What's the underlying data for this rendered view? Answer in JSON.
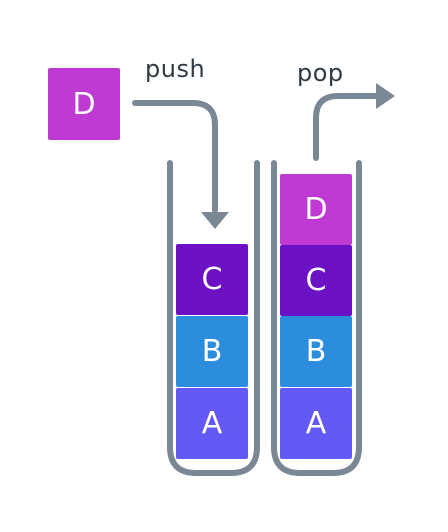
{
  "labels": {
    "push": "push",
    "pop": "pop"
  },
  "incoming_block": {
    "label": "D",
    "color": "#bf3ad3"
  },
  "left_stack": {
    "blocks": [
      {
        "label": "C",
        "color": "#6c12c4"
      },
      {
        "label": "B",
        "color": "#2b8ddc"
      },
      {
        "label": "A",
        "color": "#6359f5"
      }
    ]
  },
  "right_stack": {
    "blocks": [
      {
        "label": "D",
        "color": "#bf3ad3"
      },
      {
        "label": "C",
        "color": "#6c12c4"
      },
      {
        "label": "B",
        "color": "#2b8ddc"
      },
      {
        "label": "A",
        "color": "#6359f5"
      }
    ]
  },
  "colors": {
    "container": "#7a8794",
    "arrow": "#7a8794",
    "text": "#2f3a46"
  }
}
